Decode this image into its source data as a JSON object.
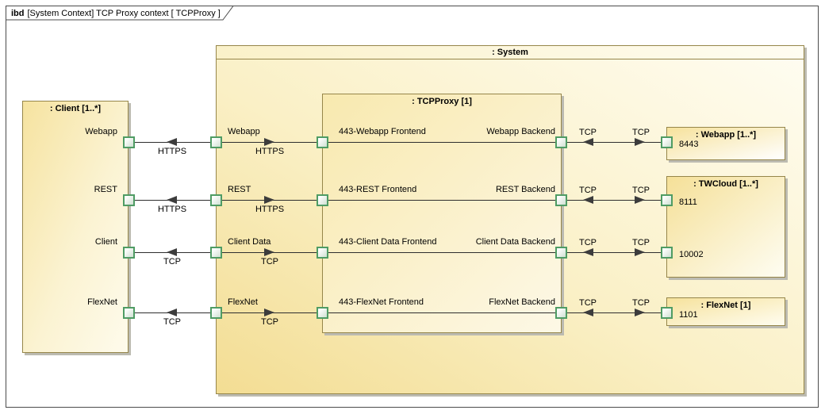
{
  "frame": {
    "keyword": "ibd",
    "title": "[System Context] TCP Proxy context [ TCPProxy ]"
  },
  "blocks": {
    "client": {
      "title": ": Client [1..*]"
    },
    "system": {
      "title": ": System"
    },
    "tcpproxy": {
      "title": ": TCPProxy [1]"
    },
    "webapp": {
      "title": ": Webapp [1..*]"
    },
    "twcloud": {
      "title": ": TWCloud [1..*]"
    },
    "flexnet": {
      "title": ": FlexNet [1]"
    }
  },
  "rows": [
    {
      "client_port_label": "Webapp",
      "client_flow_label": "HTTPS",
      "system_port_label": "Webapp",
      "proxy_flow_label": "HTTPS",
      "frontend_port_label": "443-Webapp Frontend",
      "backend_port_label": "Webapp Backend",
      "backend_flow_left_label": "TCP",
      "backend_flow_right_label": "TCP",
      "target_port_label": "8443"
    },
    {
      "client_port_label": "REST",
      "client_flow_label": "HTTPS",
      "system_port_label": "REST",
      "proxy_flow_label": "HTTPS",
      "frontend_port_label": "443-REST Frontend",
      "backend_port_label": "REST Backend",
      "backend_flow_left_label": "TCP",
      "backend_flow_right_label": "TCP",
      "target_port_label": "8111"
    },
    {
      "client_port_label": "Client",
      "client_flow_label": "TCP",
      "system_port_label": "Client Data",
      "proxy_flow_label": "TCP",
      "frontend_port_label": "443-Client Data Frontend",
      "backend_port_label": "Client Data Backend",
      "backend_flow_left_label": "TCP",
      "backend_flow_right_label": "TCP",
      "target_port_label": "10002"
    },
    {
      "client_port_label": "FlexNet",
      "client_flow_label": "TCP",
      "system_port_label": "FlexNet",
      "proxy_flow_label": "TCP",
      "frontend_port_label": "443-FlexNet Frontend",
      "backend_port_label": "FlexNet Backend",
      "backend_flow_left_label": "TCP",
      "backend_flow_right_label": "TCP",
      "target_port_label": "1101"
    }
  ],
  "colors": {
    "block_border": "#96864a",
    "block_fill_yellow": "#f5e098",
    "port_border": "#4f9c64",
    "port_fill": "#d9e8db",
    "wire": "#2e2e2e",
    "arrow": "#3c3c3c",
    "shadow": "#bcbbb1",
    "frame_border": "#4c4c4c"
  }
}
